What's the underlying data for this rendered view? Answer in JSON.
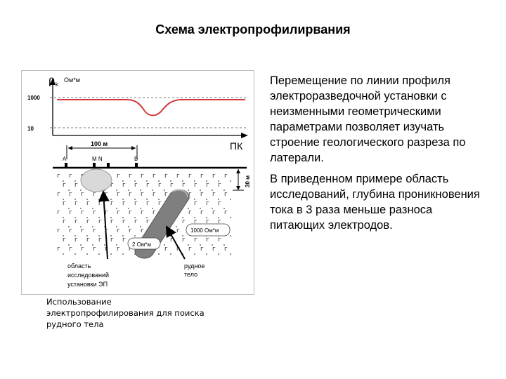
{
  "title": "Схема электропрофилирвания",
  "figure": {
    "rho_symbol": "ρ",
    "rho_subscript": "k",
    "unit_label": "Ом*м",
    "y_tick_1000": "1000",
    "y_tick_10": "10",
    "x_axis_label": "ПК",
    "distance_label": "100 м",
    "electrode_a": "A",
    "electrode_mn": "M N",
    "electrode_b": "B",
    "depth_label": "30 м",
    "host_resistivity": "1000 Ом*м",
    "body_resistivity": "2 Ом*м",
    "label_area_line1": "область",
    "label_area_line2": "исследований",
    "label_area_line3": "установки ЭП",
    "label_ore_line1": "рудное",
    "label_ore_line2": "тело",
    "colors": {
      "curve": "#d23a3a",
      "ore_body": "#7f7f7f",
      "area_fill": "#d9d9d9"
    }
  },
  "caption": "Использование электропрофилирования для поиска рудного тела",
  "paragraphs": [
    "Перемещение по линии профиля электроразведочной установки с неизменными геометрическими параметрами позволяет изучать строение геологического разреза по латерали.",
    "В приведенном примере область исследований, глубина проникновения тока в 3 раза меньше разноса питающих электродов."
  ]
}
